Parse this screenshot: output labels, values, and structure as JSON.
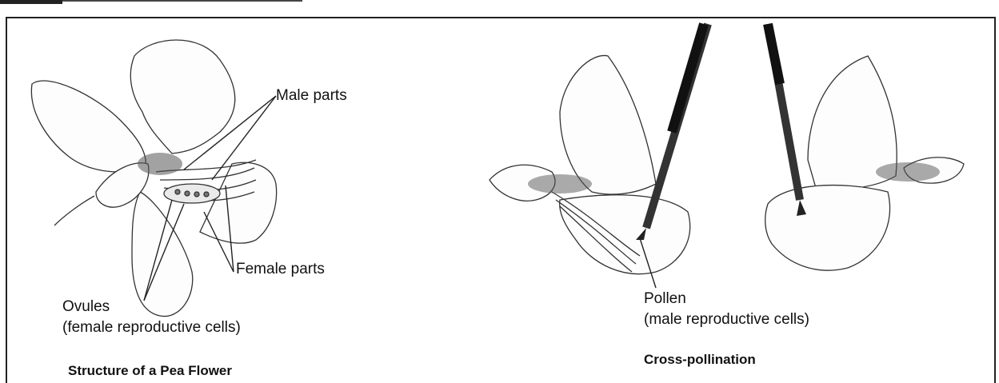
{
  "left_figure": {
    "labels": {
      "male_parts": "Male parts",
      "female_parts": "Female parts",
      "ovules": "Ovules",
      "ovules_note": "(female reproductive cells)"
    },
    "caption": "Structure of a Pea Flower"
  },
  "right_figure": {
    "labels": {
      "pollen": "Pollen",
      "pollen_note": "(male reproductive cells)"
    },
    "caption": "Cross-pollination"
  }
}
